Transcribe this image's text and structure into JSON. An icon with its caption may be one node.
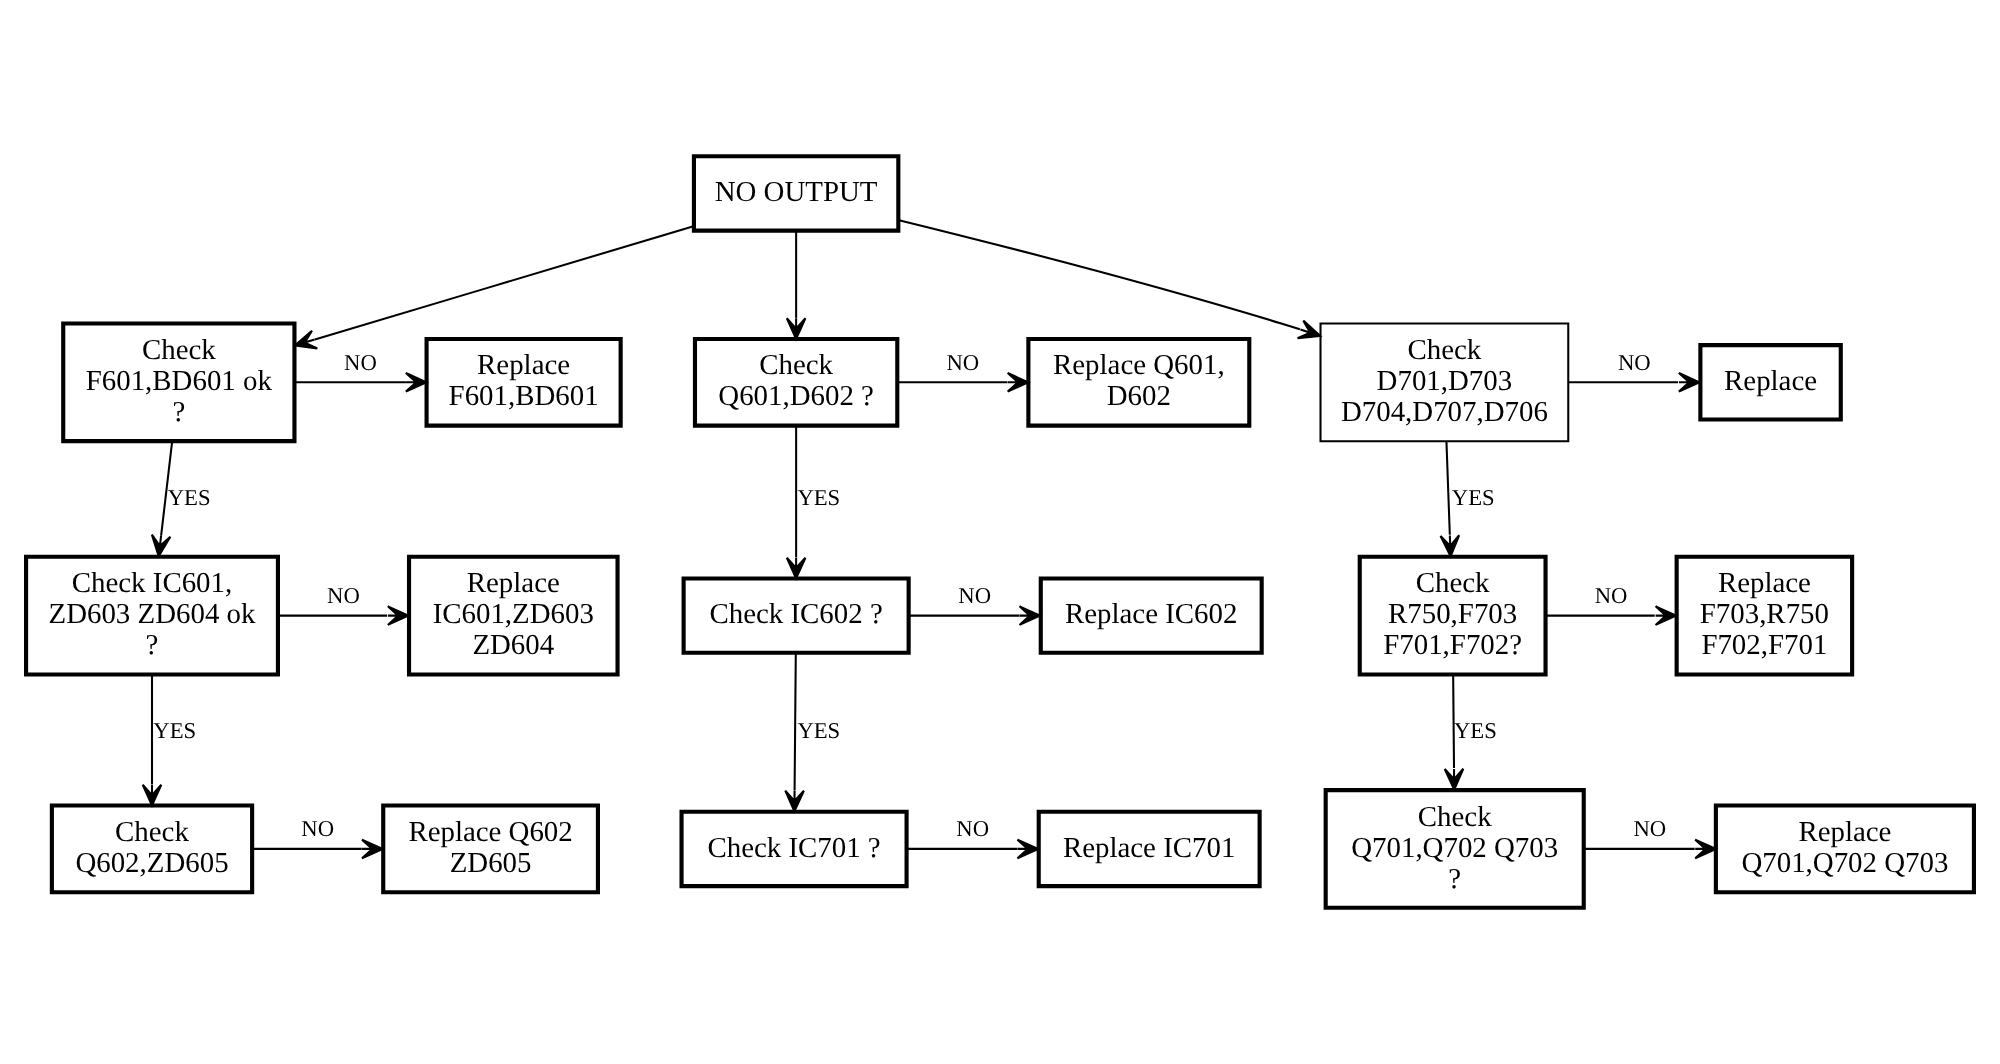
{
  "diagram": {
    "nodes": [
      {
        "text": [
          "NO OUTPUT"
        ]
      },
      {
        "text": [
          "Replace F601,BD601"
        ]
      },
      {
        "text": [
          "Check F601,BD601 ok ?"
        ]
      },
      {
        "text": [
          "Check Q601,D602 ?"
        ]
      },
      {
        "text": [
          "Replace Q601, D602"
        ]
      },
      {
        "text": [
          "Check D701,D703 D704,D707,D706"
        ]
      },
      {
        "text": [
          "Replace"
        ]
      },
      {
        "text": [
          "Replace IC601,ZD603 ZD604"
        ]
      },
      {
        "text": [
          "Check IC601, ZD603 ZD604 ok ?"
        ]
      },
      {
        "text": [
          "Check IC602 ?"
        ]
      },
      {
        "text": [
          "Replace IC602"
        ]
      },
      {
        "text": [
          "Check R750,F703 F701,F702?"
        ]
      },
      {
        "text": [
          "Replace F703,R750 F702,F701"
        ]
      },
      {
        "text": [
          "Replace Q602 ZD605"
        ]
      },
      {
        "text": [
          "Check Q602,ZD605"
        ]
      },
      {
        "text": [
          "Check IC701 ?"
        ]
      },
      {
        "text": [
          "Replace IC701"
        ]
      },
      {
        "text": [
          "Check Q701,Q702 Q703 ?"
        ]
      },
      {
        "text": [
          "Replace Q701,Q702 Q703"
        ]
      }
    ],
    "edges": [
      {
        "from": 0,
        "to": 2,
        "arrow": "to"
      },
      {
        "from": 0,
        "to": 3,
        "arrow": "to"
      },
      {
        "from": 0,
        "to": 5,
        "arrow": "to"
      },
      {
        "from": 2,
        "to": 1,
        "arrow": "to",
        "label": "NO"
      },
      {
        "from": 2,
        "to": 8,
        "arrow": "to",
        "label": "YES"
      },
      {
        "from": 3,
        "to": 4,
        "arrow": "to",
        "label": "NO"
      },
      {
        "from": 3,
        "to": 9,
        "arrow": "to",
        "label": "YES"
      },
      {
        "from": 5,
        "to": 6,
        "arrow": "to",
        "label": "NO"
      },
      {
        "from": 5,
        "to": 11,
        "arrow": "to",
        "label": "YES"
      },
      {
        "from": 8,
        "to": 7,
        "arrow": "to",
        "label": "NO"
      },
      {
        "from": 8,
        "to": 14,
        "arrow": "to",
        "label": "YES"
      },
      {
        "from": 9,
        "to": 10,
        "arrow": "to",
        "label": "NO"
      },
      {
        "from": 9,
        "to": 15,
        "arrow": "to",
        "label": "YES"
      },
      {
        "from": 11,
        "to": 12,
        "arrow": "to",
        "label": "NO"
      },
      {
        "from": 11,
        "to": 17,
        "arrow": "to",
        "label": "YES"
      },
      {
        "from": 14,
        "to": 13,
        "arrow": "to",
        "label": "NO"
      },
      {
        "from": 15,
        "to": 16,
        "arrow": "to",
        "label": "NO"
      },
      {
        "from": 17,
        "to": 18,
        "arrow": "to",
        "label": "NO"
      }
    ]
  }
}
